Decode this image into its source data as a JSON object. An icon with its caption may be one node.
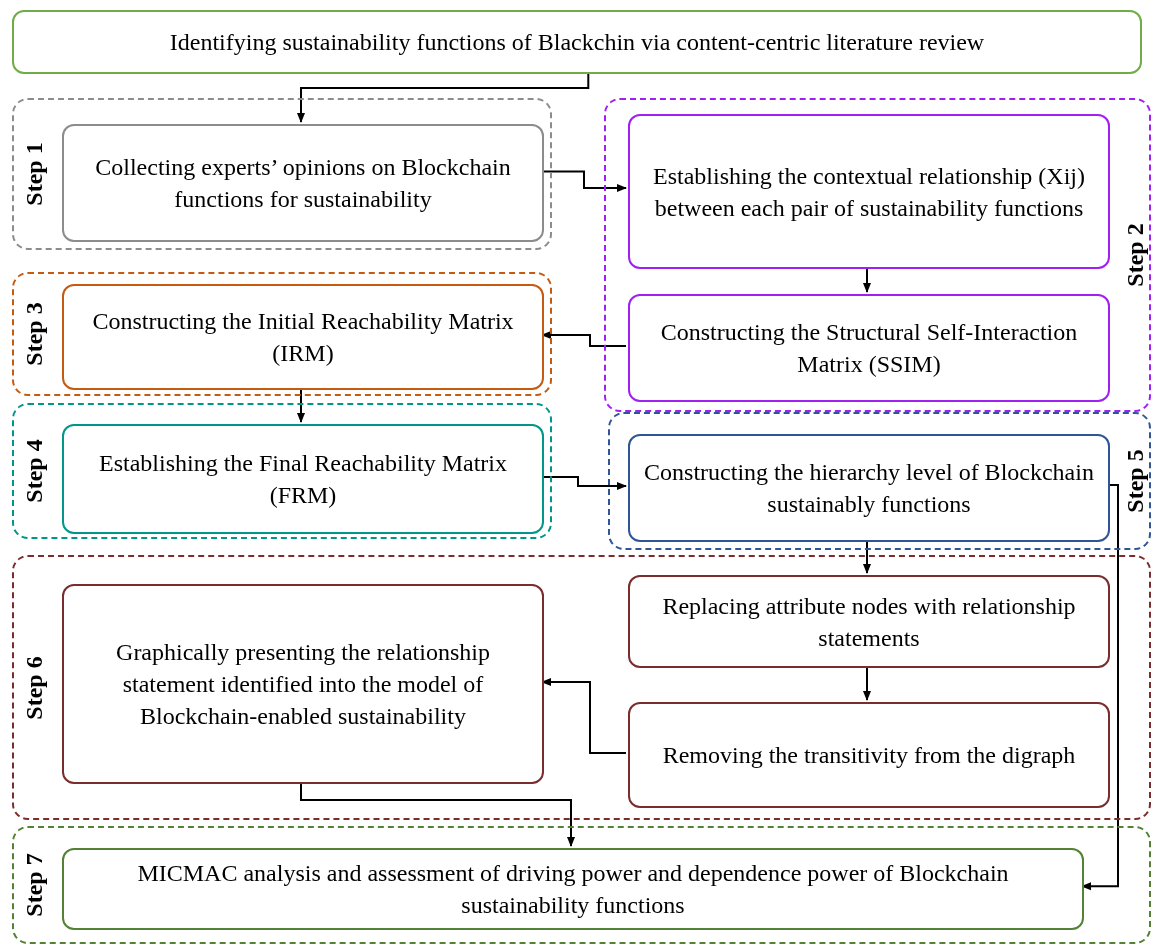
{
  "diagram": {
    "nodes": [
      {
        "text": [
          "Identifying sustainability functions of Blackchin via content-centric literature review"
        ]
      },
      {
        "text": [
          "Step 1"
        ]
      },
      {
        "text": [
          "Collecting experts’ opinions on Blockchain functions for sustainability"
        ],
        "in": 1
      },
      {
        "text": [
          "Step 2"
        ]
      },
      {
        "text": [
          "Establishing the contextual relationship (Xij) between each pair of sustainability functions"
        ],
        "in": 3
      },
      {
        "text": [
          "Constructing the Structural Self-Interaction Matrix (SSIM)"
        ],
        "in": 3
      },
      {
        "text": [
          "Step 3"
        ]
      },
      {
        "text": [
          "Constructing the Initial Reachability Matrix (IRM)"
        ],
        "in": 6
      },
      {
        "text": [
          "Step 4"
        ]
      },
      {
        "text": [
          "Establishing the Final Reachability Matrix (FRM)"
        ],
        "in": 8
      },
      {
        "text": [
          "Step 5"
        ]
      },
      {
        "text": [
          "Constructing the hierarchy level of Blockchain sustainably functions"
        ],
        "in": 10
      },
      {
        "text": [
          "Step 6"
        ]
      },
      {
        "text": [
          "Graphically presenting the relationship statement identified into the model of Blockchain-enabled sustainability"
        ],
        "in": 12
      },
      {
        "text": [
          "Replacing attribute nodes with relationship statements"
        ],
        "in": 12
      },
      {
        "text": [
          "Removing the transitivity from the digraph"
        ],
        "in": 12
      },
      {
        "text": [
          "Step 7"
        ]
      },
      {
        "text": [
          "MICMAC analysis and assessment of driving power and dependence power of Blockchain sustainability functions"
        ],
        "in": 16
      }
    ],
    "edges": [
      {
        "from": 0,
        "to": 2,
        "arrow": "to"
      },
      {
        "from": 2,
        "to": 4,
        "arrow": "to"
      },
      {
        "from": 4,
        "to": 5,
        "arrow": "to"
      },
      {
        "from": 5,
        "to": 7,
        "arrow": "to"
      },
      {
        "from": 7,
        "to": 9,
        "arrow": "to"
      },
      {
        "from": 9,
        "to": 11,
        "arrow": "to"
      },
      {
        "from": 11,
        "to": 14,
        "arrow": "to"
      },
      {
        "from": 14,
        "to": 15,
        "arrow": "to"
      },
      {
        "from": 15,
        "to": 13,
        "arrow": "to"
      },
      {
        "from": 13,
        "to": 17,
        "arrow": "to"
      },
      {
        "from": 11,
        "to": 17,
        "arrow": "to"
      }
    ]
  }
}
